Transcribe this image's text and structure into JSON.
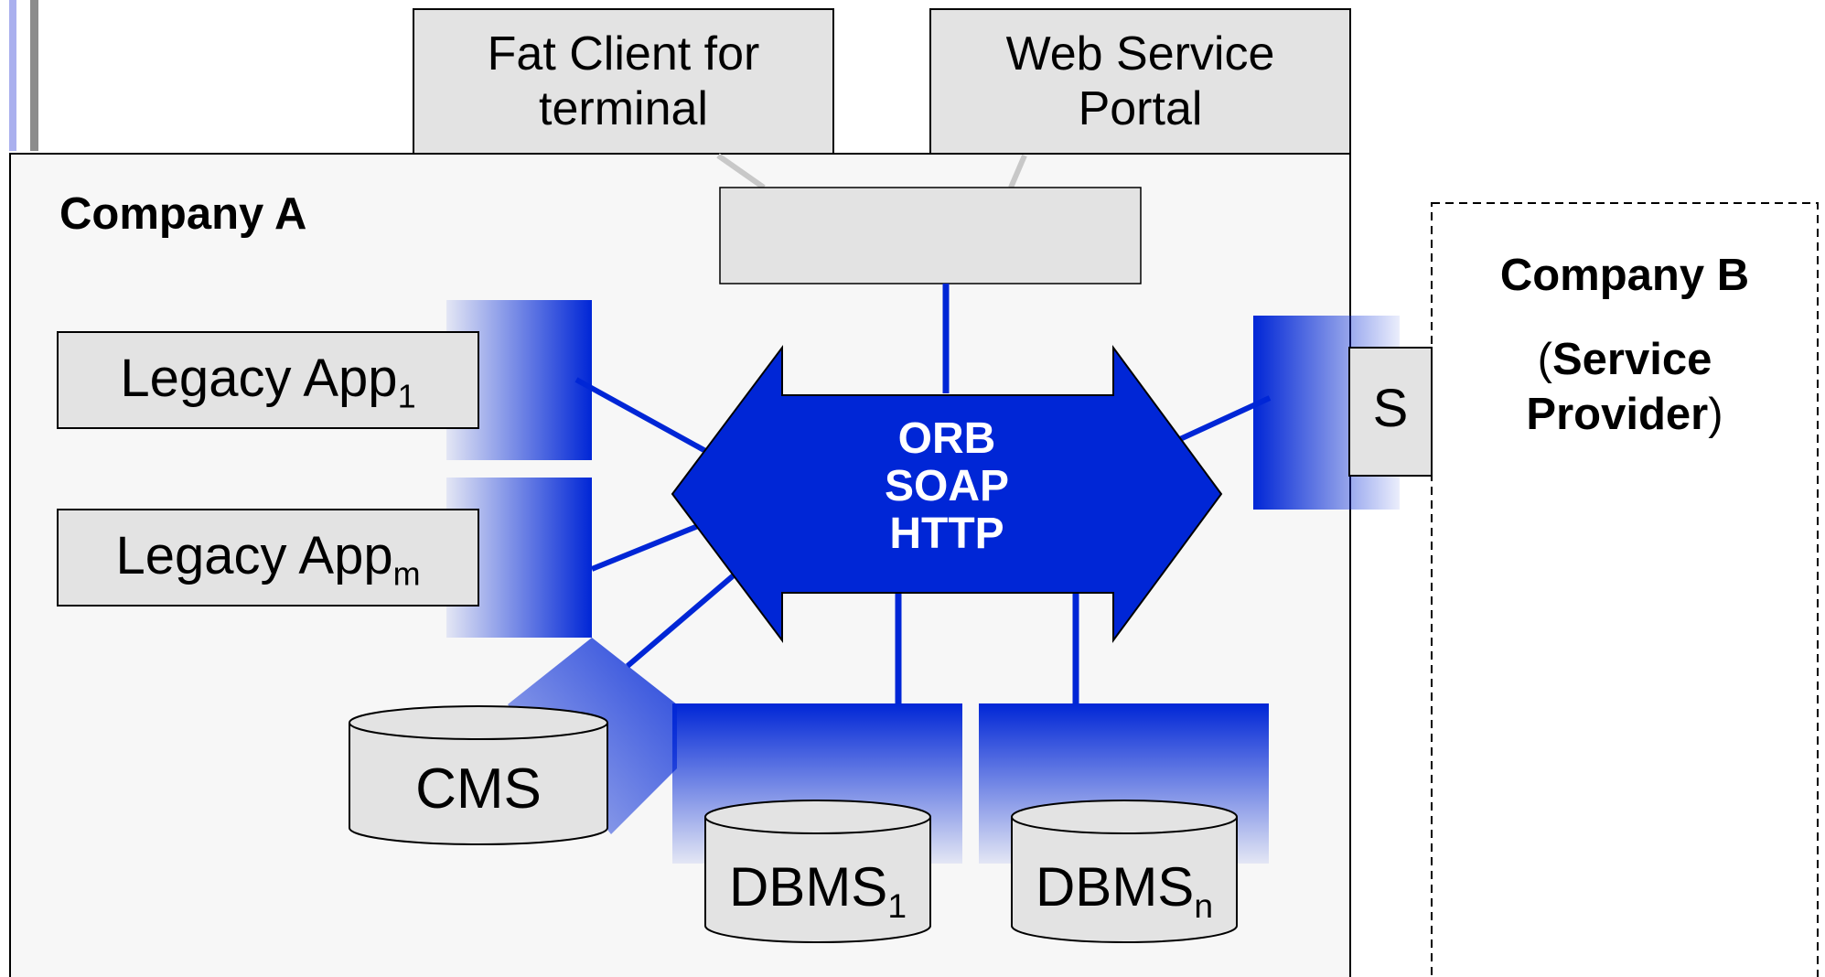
{
  "company_a": {
    "title": "Company A"
  },
  "company_b": {
    "title": "Company B",
    "role_open": "(",
    "role_line1": "Service",
    "role_line2": "Provider",
    "role_close": ")"
  },
  "clients": {
    "fat_client_line1": "Fat Client for",
    "fat_client_line2": "terminal",
    "web_portal_line1": "Web Service",
    "web_portal_line2": "Portal"
  },
  "bus": {
    "line1": "ORB",
    "line2": "SOAP",
    "line3": "HTTP"
  },
  "legacy": [
    {
      "name": "Legacy App",
      "sub": "1"
    },
    {
      "name": "Legacy App",
      "sub": "m"
    }
  ],
  "stores": {
    "cms": "CMS",
    "dbms": [
      {
        "name": "DBMS",
        "sub": "1"
      },
      {
        "name": "DBMS",
        "sub": "n"
      }
    ]
  },
  "service_stub": "S",
  "colors": {
    "bus_blue": "#0026d6",
    "box_gray": "#e3e3e3",
    "panel_bg": "#f7f7f7"
  }
}
